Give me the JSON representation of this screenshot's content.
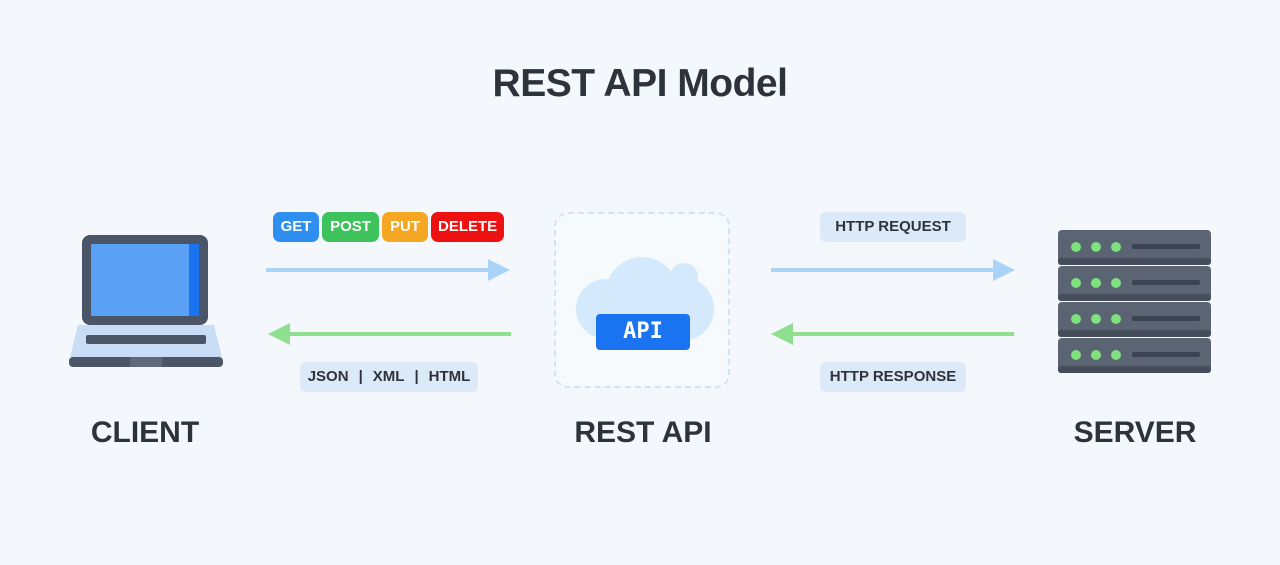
{
  "title": "REST API Model",
  "nodes": {
    "client": "CLIENT",
    "api": "REST API",
    "server": "SERVER"
  },
  "http_methods": [
    {
      "label": "GET",
      "color": "#2f8ff0"
    },
    {
      "label": "POST",
      "color": "#3ec25c"
    },
    {
      "label": "PUT",
      "color": "#f5a623"
    },
    {
      "label": "DELETE",
      "color": "#ee1111"
    }
  ],
  "response_formats": [
    "JSON",
    "XML",
    "HTML"
  ],
  "api_badge": "API",
  "http_request": "HTTP REQUEST",
  "http_response": "HTTP RESPONSE",
  "colors": {
    "request_arrow": "#a9d3f7",
    "response_arrow": "#8ee08e",
    "api_badge": "#1a73f0",
    "server_led": "#7ee07e"
  }
}
